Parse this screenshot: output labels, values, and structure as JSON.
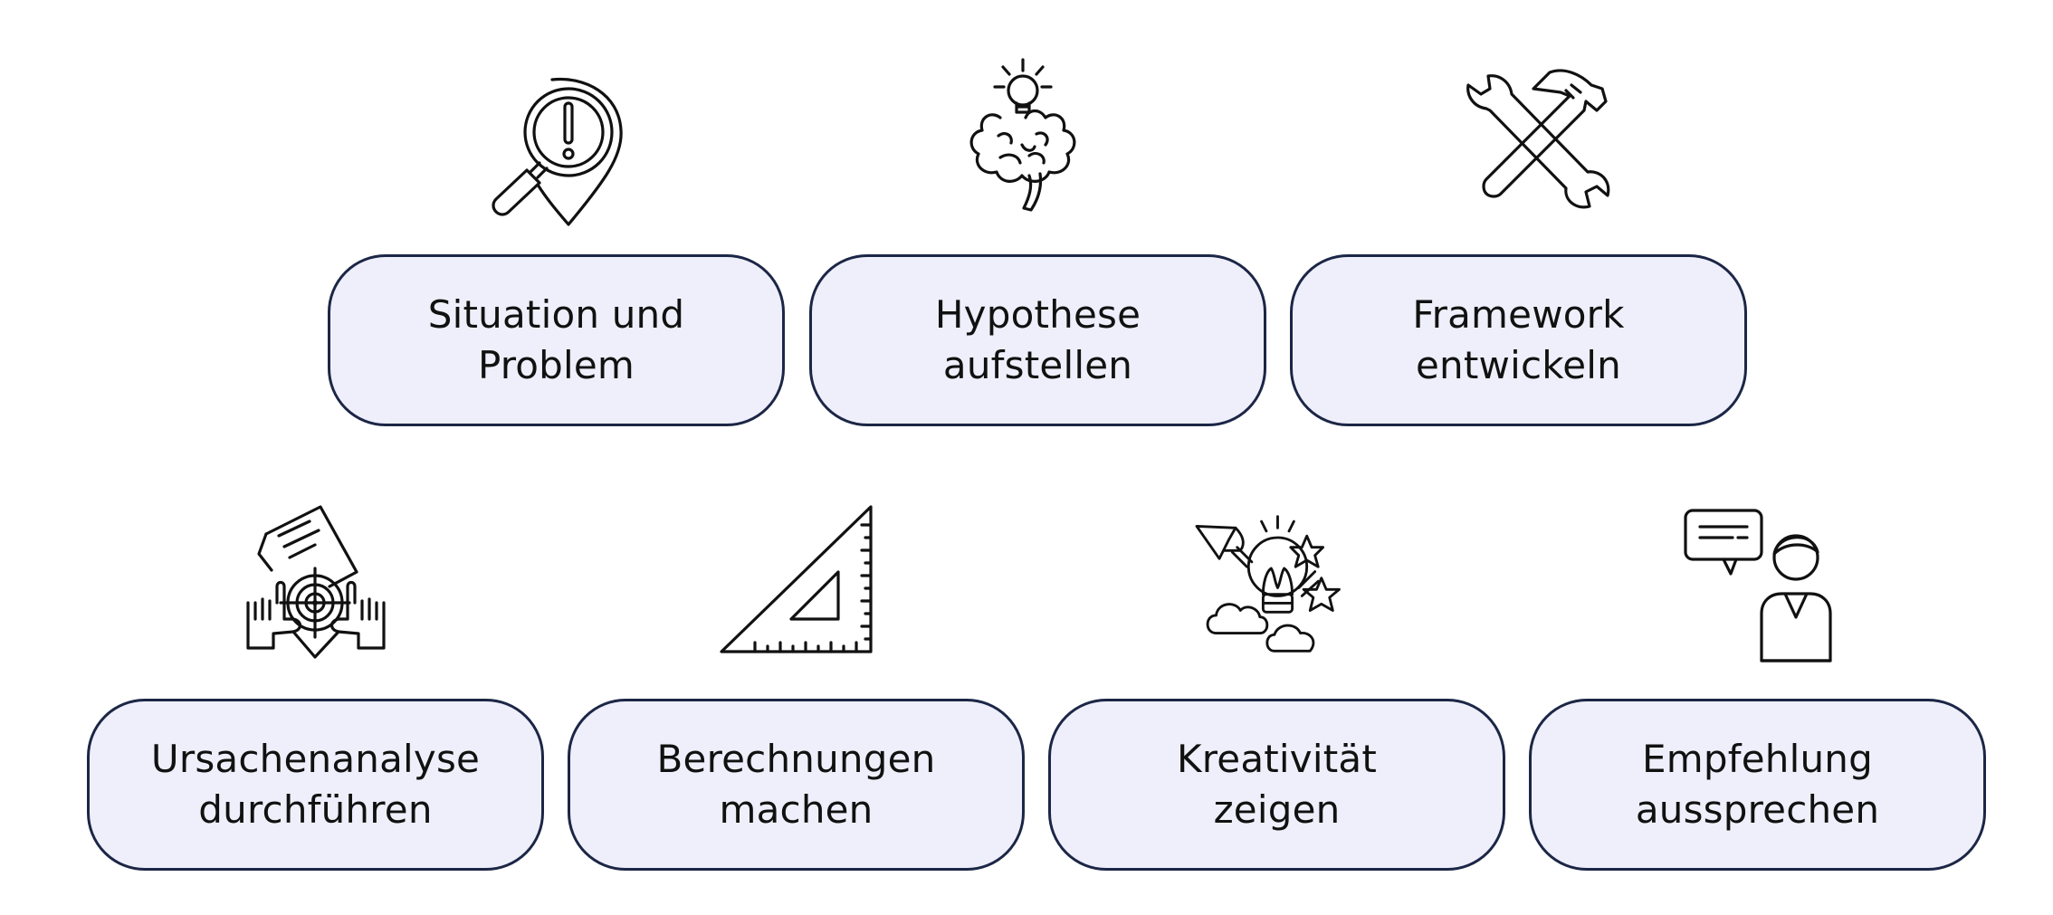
{
  "steps": {
    "situation": {
      "label": "Situation und\nProblem",
      "icon": "magnifier-warning-pin-icon"
    },
    "hypothesis": {
      "label": "Hypothese\naufstellen",
      "icon": "brain-lightbulb-icon"
    },
    "framework": {
      "label": "Framework\nentwickeln",
      "icon": "wrench-hammer-icon"
    },
    "root_cause": {
      "label": "Ursachenanalyse\ndurchführen",
      "icon": "document-target-hands-icon"
    },
    "calculations": {
      "label": "Berechnungen\nmachen",
      "icon": "set-square-ruler-icon"
    },
    "creativity": {
      "label": "Kreativität\nzeigen",
      "icon": "lightbulb-rocket-stars-icon"
    },
    "recommendation": {
      "label": "Empfehlung\naussprechen",
      "icon": "person-speech-bubble-icon"
    }
  },
  "colors": {
    "card_fill": "#efeffb",
    "card_border": "#1c2646",
    "icon_stroke": "#111111"
  }
}
